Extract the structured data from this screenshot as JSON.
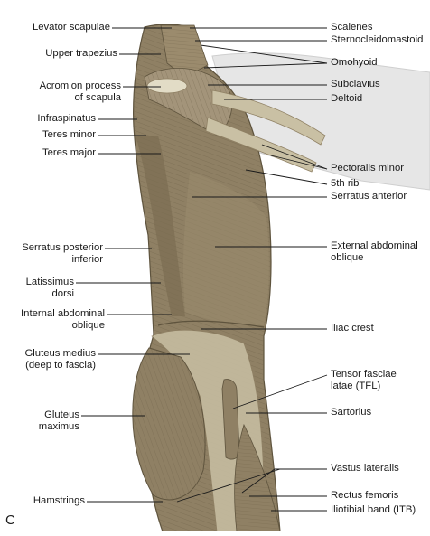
{
  "panel_letter": "C",
  "labels_left": [
    {
      "id": "levator-scapulae",
      "lines": [
        "Levator scapulae"
      ]
    },
    {
      "id": "upper-trapezius",
      "lines": [
        "Upper trapezius"
      ]
    },
    {
      "id": "acromion-process",
      "lines": [
        "Acromion process",
        "of scapula"
      ]
    },
    {
      "id": "infraspinatus",
      "lines": [
        "Infraspinatus"
      ]
    },
    {
      "id": "teres-minor",
      "lines": [
        "Teres minor"
      ]
    },
    {
      "id": "teres-major",
      "lines": [
        "Teres major"
      ]
    },
    {
      "id": "serratus-posterior-inferior",
      "lines": [
        "Serratus posterior",
        "inferior"
      ]
    },
    {
      "id": "latissimus-dorsi",
      "lines": [
        "Latissimus",
        "dorsi"
      ]
    },
    {
      "id": "internal-abdominal-oblique",
      "lines": [
        "Internal abdominal",
        "oblique"
      ]
    },
    {
      "id": "gluteus-medius",
      "lines": [
        "Gluteus medius",
        "(deep to fascia)"
      ]
    },
    {
      "id": "gluteus-maximus",
      "lines": [
        "Gluteus",
        "maximus"
      ]
    },
    {
      "id": "hamstrings",
      "lines": [
        "Hamstrings"
      ]
    }
  ],
  "labels_right": [
    {
      "id": "scalenes",
      "lines": [
        "Scalenes"
      ]
    },
    {
      "id": "sternocleidomastoid",
      "lines": [
        "Sternocleidomastoid"
      ]
    },
    {
      "id": "omohyoid",
      "lines": [
        "Omohyoid"
      ]
    },
    {
      "id": "subclavius",
      "lines": [
        "Subclavius"
      ]
    },
    {
      "id": "deltoid",
      "lines": [
        "Deltoid"
      ]
    },
    {
      "id": "pectoralis-minor",
      "lines": [
        "Pectoralis minor"
      ]
    },
    {
      "id": "fifth-rib",
      "lines": [
        "5th rib"
      ]
    },
    {
      "id": "serratus-anterior",
      "lines": [
        "Serratus anterior"
      ]
    },
    {
      "id": "external-abdominal-oblique",
      "lines": [
        "External abdominal",
        "oblique"
      ]
    },
    {
      "id": "iliac-crest",
      "lines": [
        "Iliac crest"
      ]
    },
    {
      "id": "tensor-fasciae-latae",
      "lines": [
        "Tensor fasciae",
        "latae (TFL)"
      ]
    },
    {
      "id": "sartorius",
      "lines": [
        "Sartorius"
      ]
    },
    {
      "id": "vastus-lateralis",
      "lines": [
        "Vastus lateralis"
      ]
    },
    {
      "id": "rectus-femoris",
      "lines": [
        "Rectus femoris"
      ]
    },
    {
      "id": "iliotibial-band",
      "lines": [
        "Iliotibial band (ITB)"
      ]
    }
  ],
  "colors": {
    "muscle": "#8f8064",
    "muscle_dark": "#6f6248",
    "fascia": "#c9c0a4",
    "bone": "#e2dcc6",
    "arm_silhouette": "#e6e6e6",
    "leader_line": "#1a1a1a"
  }
}
